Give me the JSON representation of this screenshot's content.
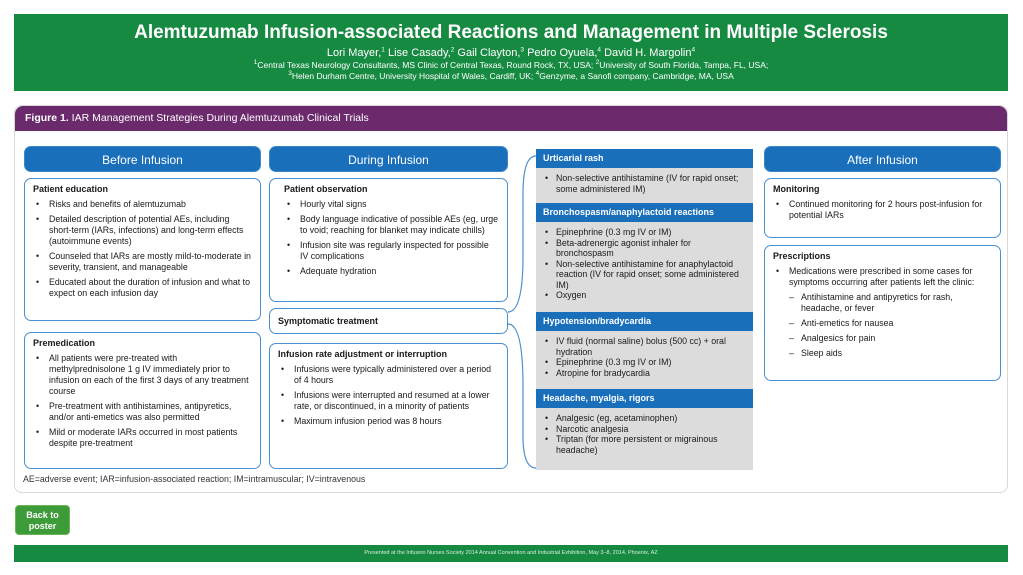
{
  "header": {
    "title": "Alemtuzumab Infusion-associated Reactions and Management in Multiple Sclerosis",
    "authors": [
      {
        "name": "Lori Mayer,",
        "sup": "1"
      },
      {
        "name": " Lise Casady,",
        "sup": "2"
      },
      {
        "name": " Gail Clayton,",
        "sup": "3"
      },
      {
        "name": " Pedro Oyuela,",
        "sup": "4"
      },
      {
        "name": " David H. Margolin",
        "sup": "4"
      }
    ],
    "aff_line1": [
      {
        "sup": "1",
        "text": "Central Texas Neurology Consultants, MS Clinic of Central Texas, Round Rock, TX, USA; "
      },
      {
        "sup": "2",
        "text": "University of South Florida, Tampa, FL, USA;"
      }
    ],
    "aff_line2": [
      {
        "sup": "3",
        "text": "Helen Durham Centre, University Hospital of Wales, Cardiff, UK; "
      },
      {
        "sup": "4",
        "text": "Genzyme, a Sanofi company, Cambridge, MA, USA"
      }
    ]
  },
  "figure": {
    "label": "Figure 1.",
    "caption": " IAR Management Strategies During Alemtuzumab Clinical Trials"
  },
  "before": {
    "heading": "Before Infusion",
    "education": {
      "title": "Patient education",
      "items": [
        "Risks and benefits of alemtuzumab",
        "Detailed description of potential AEs, including short-term  (IARs, infections) and long-term effects (autoimmune events)",
        "Counseled that IARs are mostly mild-to-moderate in severity, transient, and manageable",
        "Educated about the duration of infusion and what to expect on each infusion day"
      ]
    },
    "premed": {
      "title": "Premedication",
      "items": [
        "All patients were pre-treated with methylprednisolone 1 g IV immediately prior to infusion on each of the first 3 days of any treatment course",
        "Pre-treatment with antihistamines, antipyretics, and/or anti-emetics was also permitted",
        "Mild or moderate IARs occurred in most patients despite pre-treatment"
      ]
    }
  },
  "during": {
    "heading": "During Infusion",
    "observation": {
      "title": "Patient observation",
      "items": [
        "Hourly vital signs",
        "Body language indicative of possible AEs (eg, urge to void; reaching for blanket may indicate chills)",
        "Infusion site was regularly inspected for possible IV complications",
        "Adequate hydration"
      ]
    },
    "symptomatic": "Symptomatic treatment",
    "rate": {
      "title": "Infusion rate adjustment or interruption",
      "items": [
        "Infusions were typically administered over a period of 4 hours",
        "Infusions were interrupted and resumed at a lower rate, or discontinued, in a minority of patients",
        "Maximum infusion period was 8 hours"
      ]
    }
  },
  "symptoms": [
    {
      "title": "Urticarial rash",
      "items": [
        "Non-selective antihistamine (IV for rapid onset; some administered IM)"
      ]
    },
    {
      "title": "Bronchospasm/anaphylactoid reactions",
      "items": [
        "Epinephrine (0.3 mg IV or IM)",
        "Beta-adrenergic agonist inhaler for bronchospasm",
        "Non-selective antihistamine for anaphylactoid reaction (IV for rapid onset; some administered IM)",
        "Oxygen"
      ]
    },
    {
      "title": "Hypotension/bradycardia",
      "items": [
        "IV fluid (normal saline) bolus (500 cc) + oral hydration",
        "Epinephrine (0.3 mg IV or IM)",
        "Atropine for bradycardia"
      ]
    },
    {
      "title": "Headache, myalgia, rigors",
      "items": [
        "Analgesic (eg, acetaminophen)",
        "Narcotic analgesia",
        "Triptan (for more persistent or migrainous headache)"
      ]
    }
  ],
  "after": {
    "heading": "After Infusion",
    "monitoring": {
      "title": "Monitoring",
      "items": [
        "Continued monitoring for 2 hours post-infusion for potential IARs"
      ]
    },
    "prescriptions": {
      "title": "Prescriptions",
      "intro": "Medications were prescribed in some cases for symptoms occurring after patients left the clinic:",
      "subitems": [
        "Antihistamine and antipyretics for rash, headache, or fever",
        "Anti-emetics for nausea",
        "Analgesics for pain",
        "Sleep aids"
      ]
    }
  },
  "footnote": "AE=adverse event; IAR=infusion-associated reaction; IM=intramuscular; IV=intravenous",
  "back_button": "Back to poster",
  "footer": "Presented at the Infusion Nurses Society 2014 Annual Convention and Industrial Exhibition, May 3–8, 2014, Phoenix, AZ",
  "colors": {
    "header_green": "#178a42",
    "figure_purple": "#6b2a6c",
    "heading_blue": "#1a6fbb",
    "box_border": "#4a8fd0",
    "symptom_panel_gray": "#dcdcdc"
  }
}
